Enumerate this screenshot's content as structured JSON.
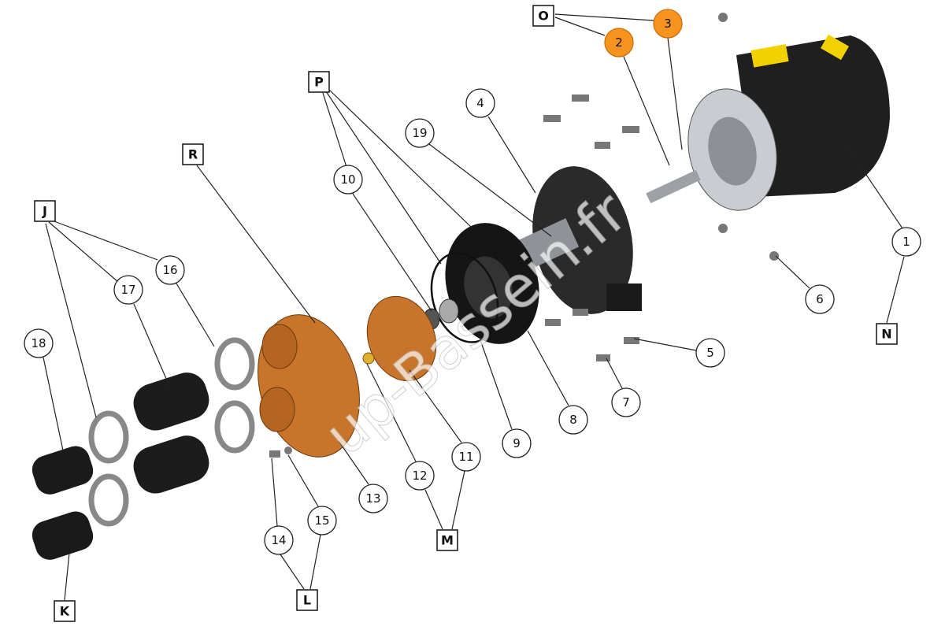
{
  "diagram": {
    "title": "Exploded pump parts diagram",
    "watermark": "up-Bassein.fr",
    "callouts": [
      "1",
      "2",
      "3",
      "4",
      "5",
      "6",
      "7",
      "8",
      "9",
      "10",
      "11",
      "12",
      "13",
      "14",
      "15",
      "16",
      "17",
      "18",
      "19"
    ],
    "highlighted_callouts": [
      "2",
      "3"
    ],
    "groups": [
      "O",
      "P",
      "R",
      "J",
      "N",
      "M",
      "L",
      "K"
    ],
    "colors": {
      "highlight": "#f7941d",
      "bronze": "#c8742a",
      "part_dark": "#1e1e1e",
      "metal": "#b8bcc0"
    }
  }
}
